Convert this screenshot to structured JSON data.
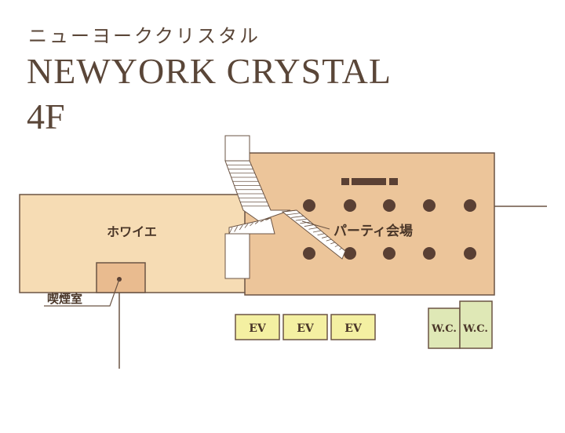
{
  "header": {
    "kana_title": "ニューヨーククリスタル",
    "title": "NEWYORK CRYSTAL",
    "floor": "4F"
  },
  "rooms": {
    "foyer": "ホワイエ",
    "smoking": "喫煙室",
    "party_hall": "パーティ会場",
    "elevators": [
      "EV",
      "EV",
      "EV"
    ],
    "restrooms": [
      "W.C.",
      "W.C."
    ]
  },
  "colors": {
    "foyer": "#f6dcb4",
    "party_hall": "#ecc59a",
    "smoking": "#e9bb8f",
    "elevator": "#f4f0a2",
    "restroom": "#dfe8b6",
    "outline": "#6b5444",
    "pillar": "#5a4034"
  }
}
